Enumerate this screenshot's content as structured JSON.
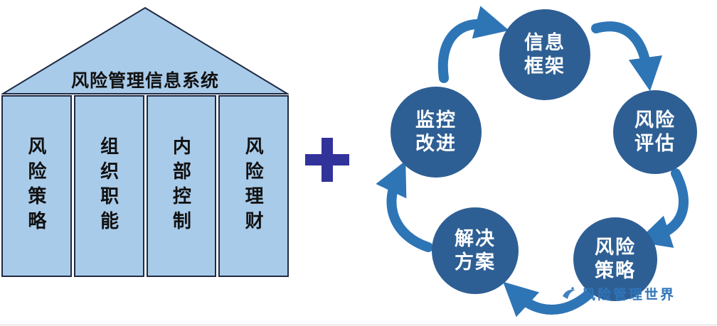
{
  "house": {
    "roof_title": "风险管理信息系统",
    "pillars": [
      "风险策略",
      "组织职能",
      "内部控制",
      "风险理财"
    ]
  },
  "cycle": {
    "nodes": [
      {
        "line1": "信息",
        "line2": "框架"
      },
      {
        "line1": "风险",
        "line2": "评估"
      },
      {
        "line1": "风险",
        "line2": "策略"
      },
      {
        "line1": "解决",
        "line2": "方案"
      },
      {
        "line1": "监控",
        "line2": "改进"
      }
    ],
    "flow_direction": "clockwise"
  },
  "icons": {
    "plus": "+",
    "watermark_logo": "bird-swoosh"
  },
  "watermark": {
    "text": "风险管理世界"
  },
  "colors": {
    "house_fill": "#A9CBEA",
    "house_outline": "#1F2A44",
    "text_dark": "#111111",
    "plus": "#31339B",
    "node_fill": "#2E5F94",
    "node_text": "#FFFFFF",
    "arrow": "#2E75B6",
    "watermark": "#2F74B8"
  }
}
